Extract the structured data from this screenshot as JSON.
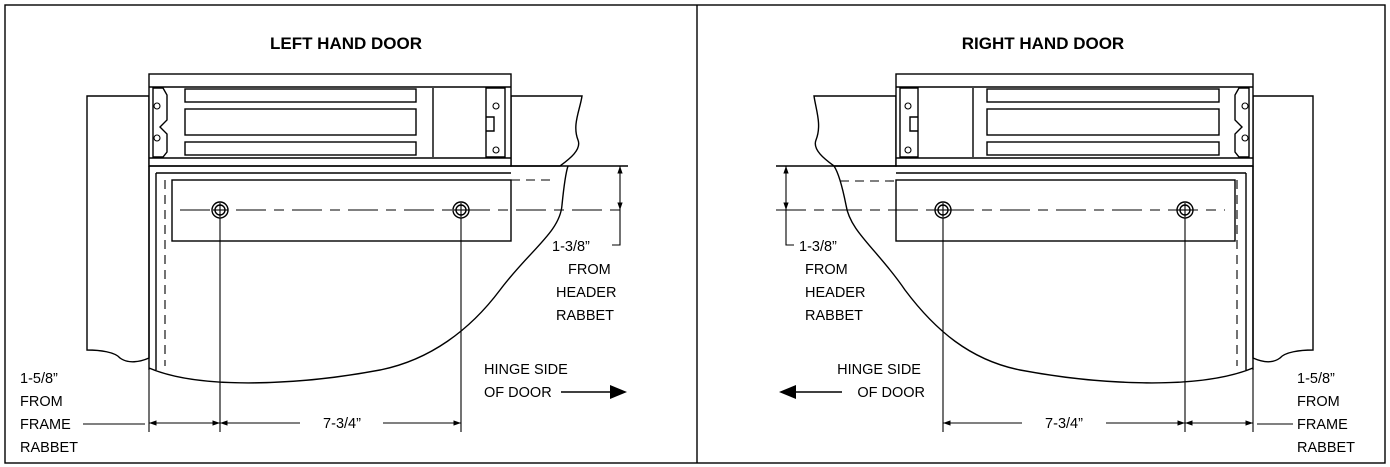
{
  "panels": [
    {
      "title": "LEFT HAND DOOR",
      "header_offset": [
        "1-3/8”",
        "FROM",
        "HEADER",
        "RABBET"
      ],
      "frame_offset": [
        "1-5/8”",
        "FROM",
        "FRAME",
        "RABBET"
      ],
      "hinge_label": [
        "HINGE SIDE",
        "OF DOOR"
      ],
      "spacing": "7-3/4”"
    },
    {
      "title": "RIGHT HAND DOOR",
      "header_offset": [
        "1-3/8”",
        "FROM",
        "HEADER",
        "RABBET"
      ],
      "frame_offset": [
        "1-5/8”",
        "FROM",
        "FRAME",
        "RABBET"
      ],
      "hinge_label": [
        "HINGE SIDE",
        "OF DOOR"
      ],
      "spacing": "7-3/4”"
    }
  ]
}
